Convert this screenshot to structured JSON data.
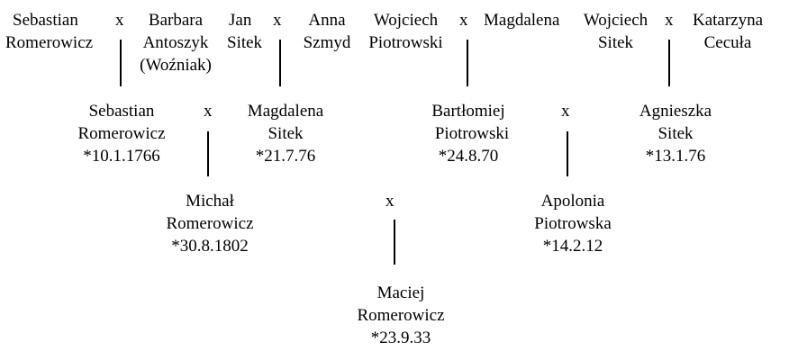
{
  "x_mark": "x",
  "generation_1": {
    "sebastian_sr": [
      "Sebastian",
      "Romerowicz"
    ],
    "barbara": [
      "Barbara",
      "Antoszyk",
      "(Woźniak)"
    ],
    "jan": [
      "Jan",
      "Sitek"
    ],
    "anna": [
      "Anna",
      "Szmyd"
    ],
    "wojciech_p": [
      "Wojciech",
      "Piotrowski"
    ],
    "magdalena_sr": [
      "Magdalena"
    ],
    "wojciech_s": [
      "Wojciech",
      "Sitek"
    ],
    "katarzyna": [
      "Katarzyna",
      "Cecuła"
    ]
  },
  "generation_2": {
    "sebastian": [
      "Sebastian",
      "Romerowicz",
      "*10.1.1766"
    ],
    "magdalena": [
      "Magdalena",
      "Sitek",
      "*21.7.76"
    ],
    "bartlomiej": [
      "Bartłomiej",
      "Piotrowski",
      "*24.8.70"
    ],
    "agnieszka": [
      "Agnieszka",
      "Sitek",
      "*13.1.76"
    ]
  },
  "generation_3": {
    "michal": [
      "Michał",
      "Romerowicz",
      "*30.8.1802"
    ],
    "apolonia": [
      "Apolonia",
      "Piotrowska",
      "*14.2.12"
    ]
  },
  "generation_4": {
    "maciej": [
      "Maciej",
      "Romerowicz",
      "*23.9.33"
    ]
  }
}
